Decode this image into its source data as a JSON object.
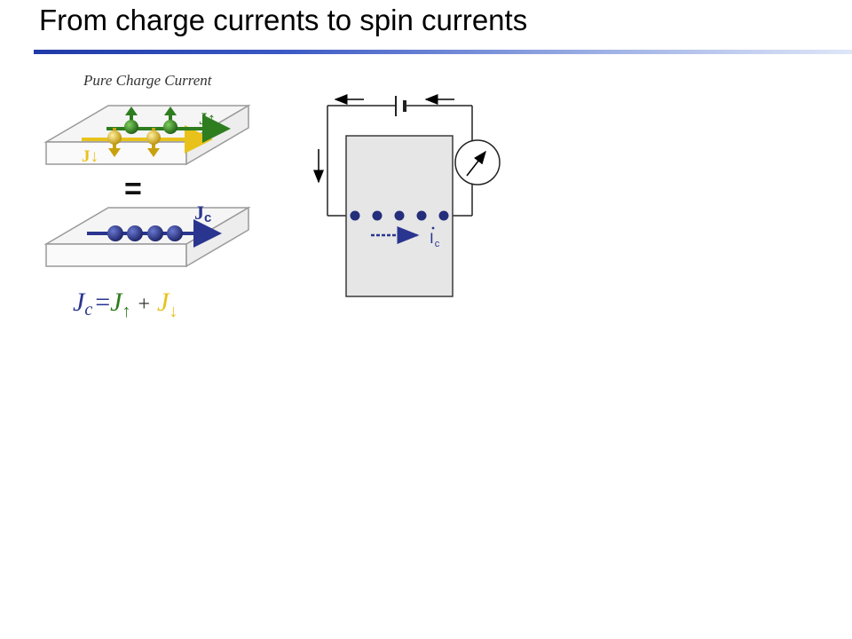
{
  "slide": {
    "title": "From charge currents to spin currents"
  },
  "left_panel": {
    "heading": "Pure Charge Current",
    "label_j_up": "J↑",
    "label_j_down": "J↓",
    "equals_sign": "=",
    "label_j_c_main": "J",
    "label_j_c_sub": "c"
  },
  "equation": {
    "jc_letter": "J",
    "jc_sub": "c",
    "equals": "=",
    "jup_letter": "J",
    "jup_sub": "↑",
    "plus": "+",
    "jdown_letter": "J",
    "jdown_sub": "↓"
  },
  "circuit": {
    "current_main": "I",
    "current_sub": "c"
  },
  "colors": {
    "spin_up": "#2e7d1f",
    "spin_down": "#e8c21a",
    "charge": "#2a3590",
    "electron": "#252e7a",
    "sample_fill": "#e6e6e6",
    "title_rule": "#1f3aa8"
  }
}
